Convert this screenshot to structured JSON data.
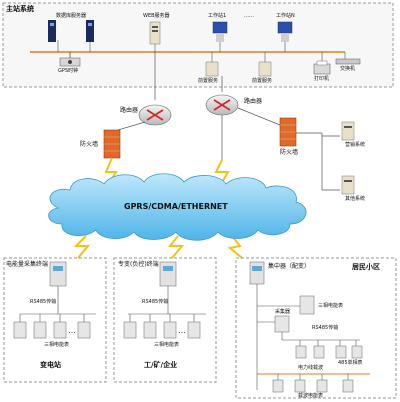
{
  "main_station": {
    "title": "主站系统",
    "db_server": "数据库服务器",
    "web_server": "WEB服务器",
    "workstation_1": "工作站1",
    "ellipsis": "……",
    "workstation_n": "工作站N",
    "gps_clock": "GPS时钟",
    "front_service_1": "前置服务",
    "front_service_2": "前置服务",
    "printer": "打印机",
    "switch": "交换机"
  },
  "network": {
    "router_left": "路由器",
    "router_right": "路由器",
    "firewall_left": "防火墙",
    "firewall_right": "防火墙",
    "cloud": "GPRS/CDMA/ETHERNET",
    "marketing": "营销系统",
    "other": "其他系统"
  },
  "substation": {
    "terminal": "电能量采集终端",
    "bus": "RS485传输",
    "meters": "三相电能表",
    "title": "变电站"
  },
  "industry": {
    "terminal": "专变(负控)终端",
    "bus": "RS485传输",
    "meters": "三相电能表",
    "title": "工/矿/企业"
  },
  "residential": {
    "title": "居民小区",
    "concentrator": "集中器（配变）",
    "three_phase": "三相电能表",
    "collector": "采集器",
    "bus": "RS485传输",
    "single_phase": "485单相表",
    "plc": "电力线载波",
    "carrier_meter": "载波电能表"
  }
}
